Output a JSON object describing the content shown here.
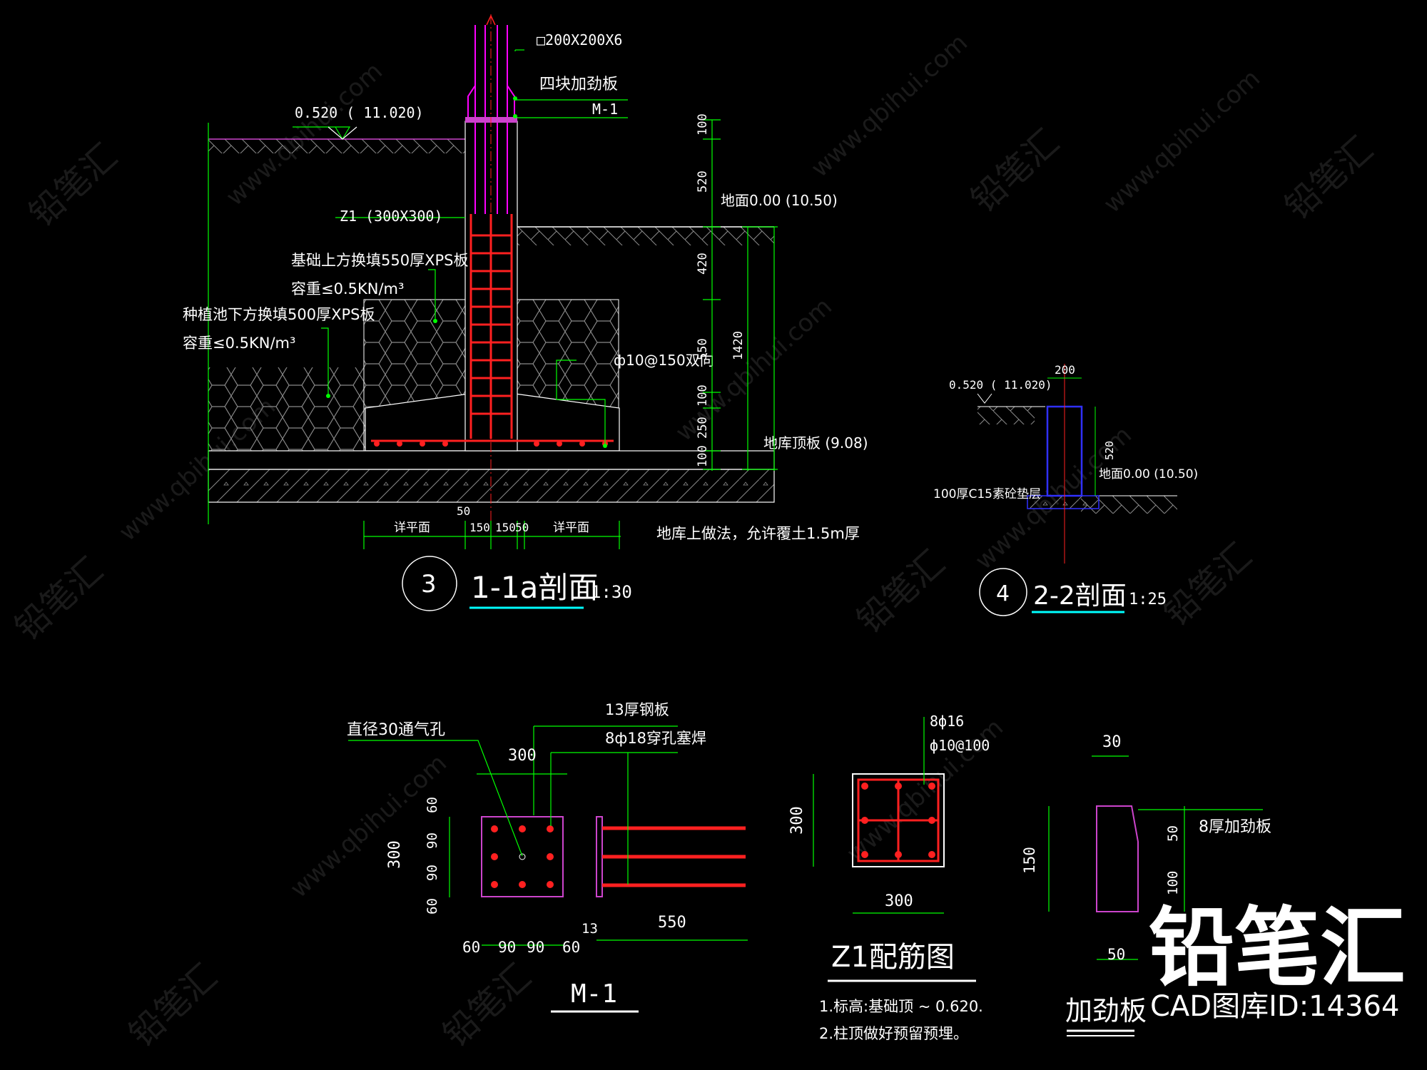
{
  "brand": {
    "logo": "铅笔汇",
    "id_text": "CAD图库ID:14364"
  },
  "watermark": {
    "url": "www.qbihui.com",
    "name": "铅笔汇"
  },
  "section_1_1a": {
    "number": "3",
    "title": "1-1a剖面",
    "scale": "1:30",
    "pipe": "□200X200X6",
    "stiffeners": "四块加劲板",
    "plate": "M-1",
    "elev_top": "0.520 ( 11.020)",
    "column": "Z1 (300X300)",
    "fill_1": "基础上方换填550厚XPS板",
    "fill_1_density": "容重≤0.5KN/m³",
    "fill_2": "种植池下方换填500厚XPS板",
    "fill_2_density": "容重≤0.5KN/m³",
    "rebar": "ф10@150双向",
    "ground": "地面0.00 (10.50)",
    "roof": "地库顶板 (9.08)",
    "note": "地库上做法，允许覆土1.5m厚",
    "dim_vertical": [
      "100",
      "520",
      "420",
      "550",
      "100",
      "250",
      "100"
    ],
    "dim_total": "1420",
    "dim_bottom": [
      "详平面",
      "150",
      "150",
      "50",
      "详平面"
    ],
    "dim_50": "50"
  },
  "section_2_2": {
    "number": "4",
    "title": "2-2剖面",
    "scale": "1:25",
    "width": "200",
    "elev_top": "0.520 ( 11.020)",
    "height": "520",
    "ground": "地面0.00 (10.50)",
    "cushion": "100厚C15素砼垫层"
  },
  "plate_m1": {
    "title": "M-1",
    "vent_hole": "直径30通气孔",
    "steel_plate": "13厚钢板",
    "studs": "8ф18穿孔塞焊",
    "width": "300",
    "height": "300",
    "dims_y": [
      "60",
      "90",
      "90",
      "60"
    ],
    "dims_x": [
      "60",
      "90",
      "90",
      "60"
    ],
    "thickness": "13",
    "length": "550"
  },
  "z1_detail": {
    "title": "Z1配筋图",
    "main_bars": "8ф16",
    "stirrups": "ф10@100",
    "height": "300",
    "width": "300",
    "note_1": "1.标高:基础顶 ~ 0.620.",
    "note_2": "2.柱顶做好预留预埋。"
  },
  "stiffener": {
    "title": "加劲板",
    "top": "30",
    "desc": "8厚加劲板",
    "height": "150",
    "upper": "50",
    "lower": "100",
    "bottom": "50"
  },
  "colors": {
    "bg": "#000000",
    "line": "#ffffff",
    "dim": "#00ff00",
    "rebar": "#ff2020",
    "steel": "#cc44cc",
    "pipe": "#ff00ff",
    "hatch": "#8a8a8a",
    "blue": "#3030ff",
    "cyan": "#00ffff"
  }
}
